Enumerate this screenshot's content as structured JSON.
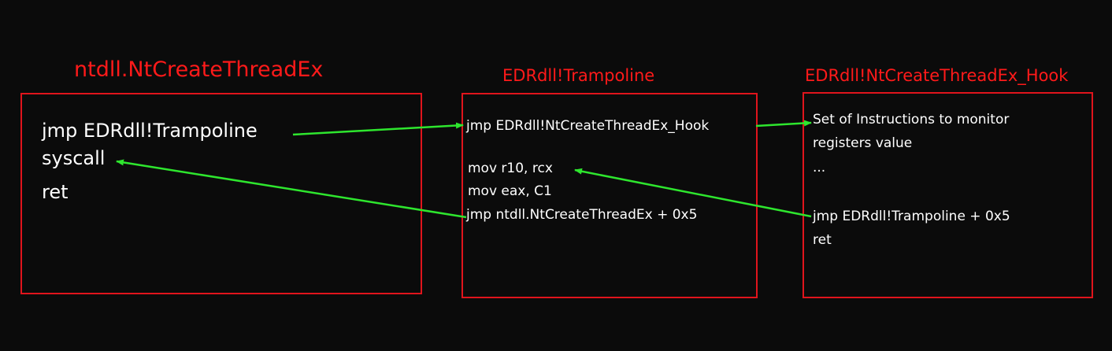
{
  "boxes": {
    "ntdll": {
      "title": "ntdll.NtCreateThreadEx",
      "lines": [
        "jmp  EDRdll!Trampoline",
        "syscall",
        "ret"
      ]
    },
    "trampoline": {
      "title": "EDRdll!Trampoline",
      "lines": [
        "jmp EDRdll!NtCreateThreadEx_Hook",
        "mov r10, rcx",
        "mov eax, C1",
        "jmp ntdll.NtCreateThreadEx + 0x5"
      ]
    },
    "hook": {
      "title": "EDRdll!NtCreateThreadEx_Hook",
      "lines": [
        "Set of Instructions to monitor",
        "registers value",
        "...",
        "jmp EDRdll!Trampoline + 0x5",
        "ret"
      ]
    }
  },
  "colors": {
    "background": "#0b0b0b",
    "title": "#ff1a1a",
    "border": "#e0141c",
    "arrow": "#2ee62e",
    "text": "#ffffff"
  }
}
